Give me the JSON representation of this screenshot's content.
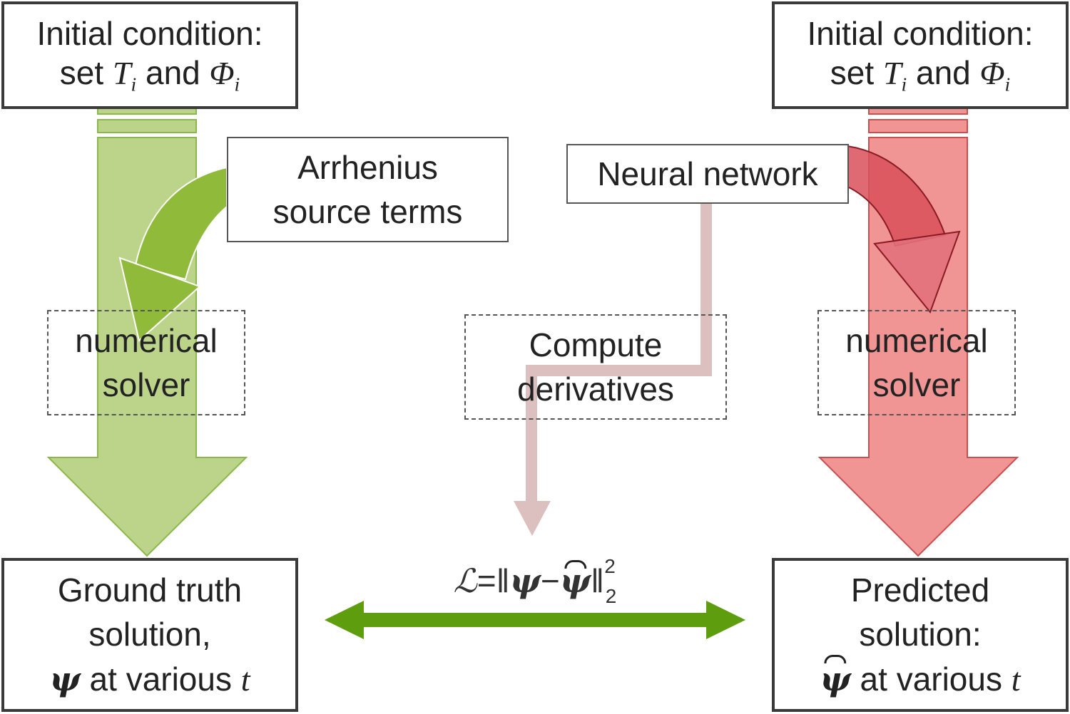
{
  "left_top": {
    "line1": "Initial condition:",
    "line2_prefix": "set ",
    "T": "T",
    "T_sub": "i",
    "and": " and ",
    "Phi": "Φ",
    "Phi_sub": "i"
  },
  "right_top": {
    "line1": "Initial condition:",
    "line2_prefix": "set ",
    "T": "T",
    "T_sub": "i",
    "and": " and ",
    "Phi": "Φ",
    "Phi_sub": "i"
  },
  "arrhenius": {
    "line1": "Arrhenius",
    "line2": "source terms"
  },
  "neural": {
    "label": "Neural network"
  },
  "left_solver": {
    "line1": "numerical",
    "line2": "solver"
  },
  "right_solver": {
    "line1": "numerical",
    "line2": "solver"
  },
  "compute": {
    "line1": "Compute",
    "line2": "derivatives"
  },
  "ground": {
    "line1": "Ground truth",
    "line2": "solution,",
    "psi": "ψ",
    "line3_suffix": " at various ",
    "t": "t"
  },
  "predicted": {
    "line1": "Predicted",
    "line2": "solution:",
    "psi": "ψ",
    "line3_suffix": " at various ",
    "t": "t"
  },
  "loss": {
    "L": "ℒ",
    "eq": " = ",
    "norm": "‖",
    "psi": "ψ",
    "minus": " − ",
    "psi_hat": "ψ",
    "sup": "2",
    "sub": "2"
  },
  "colors": {
    "green_light": "#bcd48a",
    "green_dark": "#8ab84a",
    "green_arrow": "#5e9e0e",
    "red_light": "#f09494",
    "red_dark": "#c85050",
    "red_edge": "#8a1a24",
    "pink_line": "#dcc0c0"
  }
}
